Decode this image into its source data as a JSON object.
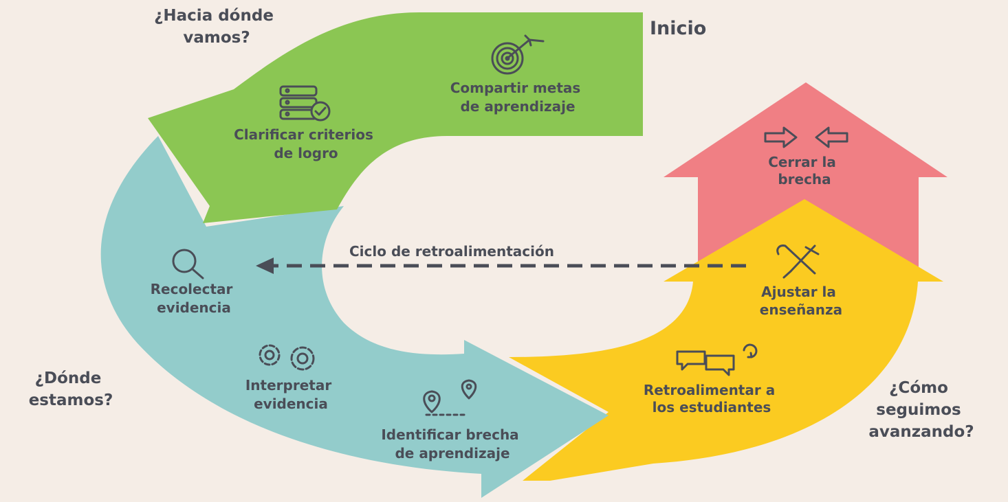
{
  "questions": {
    "where_going": [
      "¿Hacia dónde",
      "vamos?"
    ],
    "where_are_we": [
      "¿Dónde",
      "estamos?"
    ],
    "how_forward": [
      "¿Cómo",
      "seguimos",
      "avanzando?"
    ]
  },
  "start_label": "Inicio",
  "loop_label": "Ciclo de retroalimentación",
  "steps": {
    "share_goals": [
      "Compartir metas",
      "de aprendizaje"
    ],
    "clarify_criteria": [
      "Clarificar criterios",
      "de logro"
    ],
    "collect_evidence": [
      "Recolectar",
      "evidencia"
    ],
    "interpret_evidence": [
      "Interpretar",
      "evidencia"
    ],
    "identify_gap": [
      "Identificar brecha",
      "de aprendizaje"
    ],
    "feedback_students": [
      "Retroalimentar a",
      "los estudiantes"
    ],
    "adjust_teaching": [
      "Ajustar la",
      "enseñanza"
    ],
    "close_gap": [
      "Cerrar la",
      "brecha"
    ]
  },
  "icons": {
    "share_goals": "target-icon",
    "clarify_criteria": "checklist-server-icon",
    "collect_evidence": "magnifier-icon",
    "interpret_evidence": "gears-icon",
    "identify_gap": "map-pins-icon",
    "feedback_students": "speech-bubbles-icon",
    "adjust_teaching": "tools-icon",
    "close_gap": "converging-arrows-icon"
  },
  "colors": {
    "background": "#f5ede6",
    "green": "#8bc653",
    "teal": "#93cccb",
    "yellow": "#fbcb21",
    "red": "#f07f84",
    "text": "#4a4d57"
  }
}
